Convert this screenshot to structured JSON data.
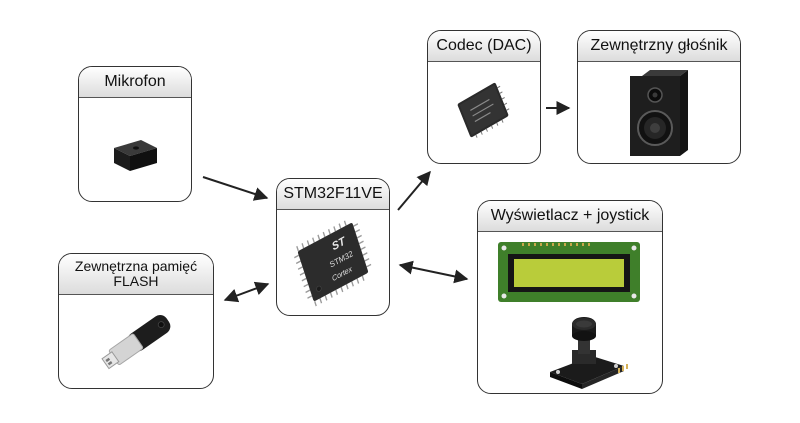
{
  "blocks": {
    "mikrofon": "Mikrofon",
    "mcu": "STM32F11VE",
    "codec": "Codec (DAC)",
    "speaker": "Zewnętrzny głośnik",
    "flash_line1": "Zewnętrzna pamięć",
    "flash_line2": "FLASH",
    "display": "Wyświetlacz + joystick"
  },
  "chip_marks": {
    "st_logo": "ST",
    "stm_text": "STM32",
    "cortex": "Cortex"
  },
  "colors": {
    "arrow": "#222222",
    "header_top": "#ffffff",
    "header_bottom": "#dcdcdc",
    "lcd_pcb": "#3f7f2a",
    "lcd_screen": "#b9cc3a"
  }
}
